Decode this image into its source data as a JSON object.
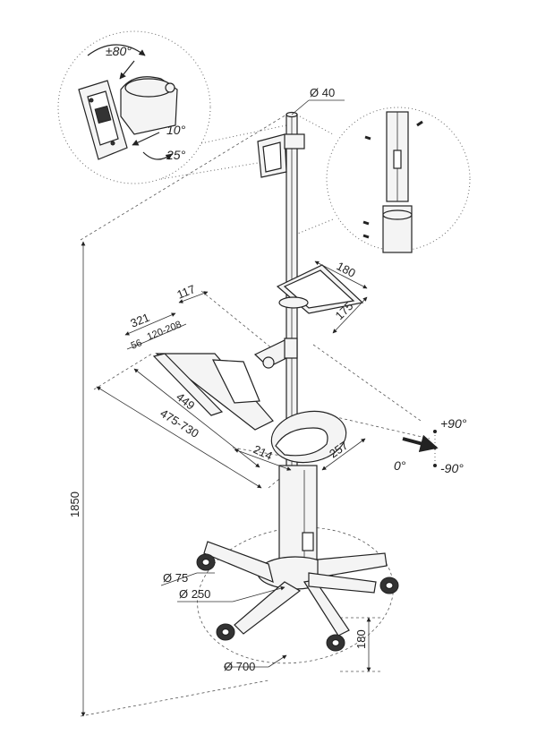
{
  "dimensions": {
    "pole_diameter": "Ø 40",
    "tray_width": "180",
    "tray_depth": "175",
    "arm_offset": "117",
    "keyboard_depth": "321",
    "small_56": "56",
    "range_120_208": "120-208",
    "keyboard_width": "449",
    "range_475_730": "475-730",
    "mouse_214": "214",
    "mouse_257": "257",
    "total_height": "1850",
    "caster_diameter": "Ø 75",
    "hub_diameter": "Ø 250",
    "base_diameter": "Ø 700",
    "base_height": "180"
  },
  "angles": {
    "swivel": "±80°",
    "tilt_up": "10°",
    "tilt_side": "25°",
    "plus_90": "+90°",
    "zero": "0°",
    "minus_90": "-90°"
  }
}
